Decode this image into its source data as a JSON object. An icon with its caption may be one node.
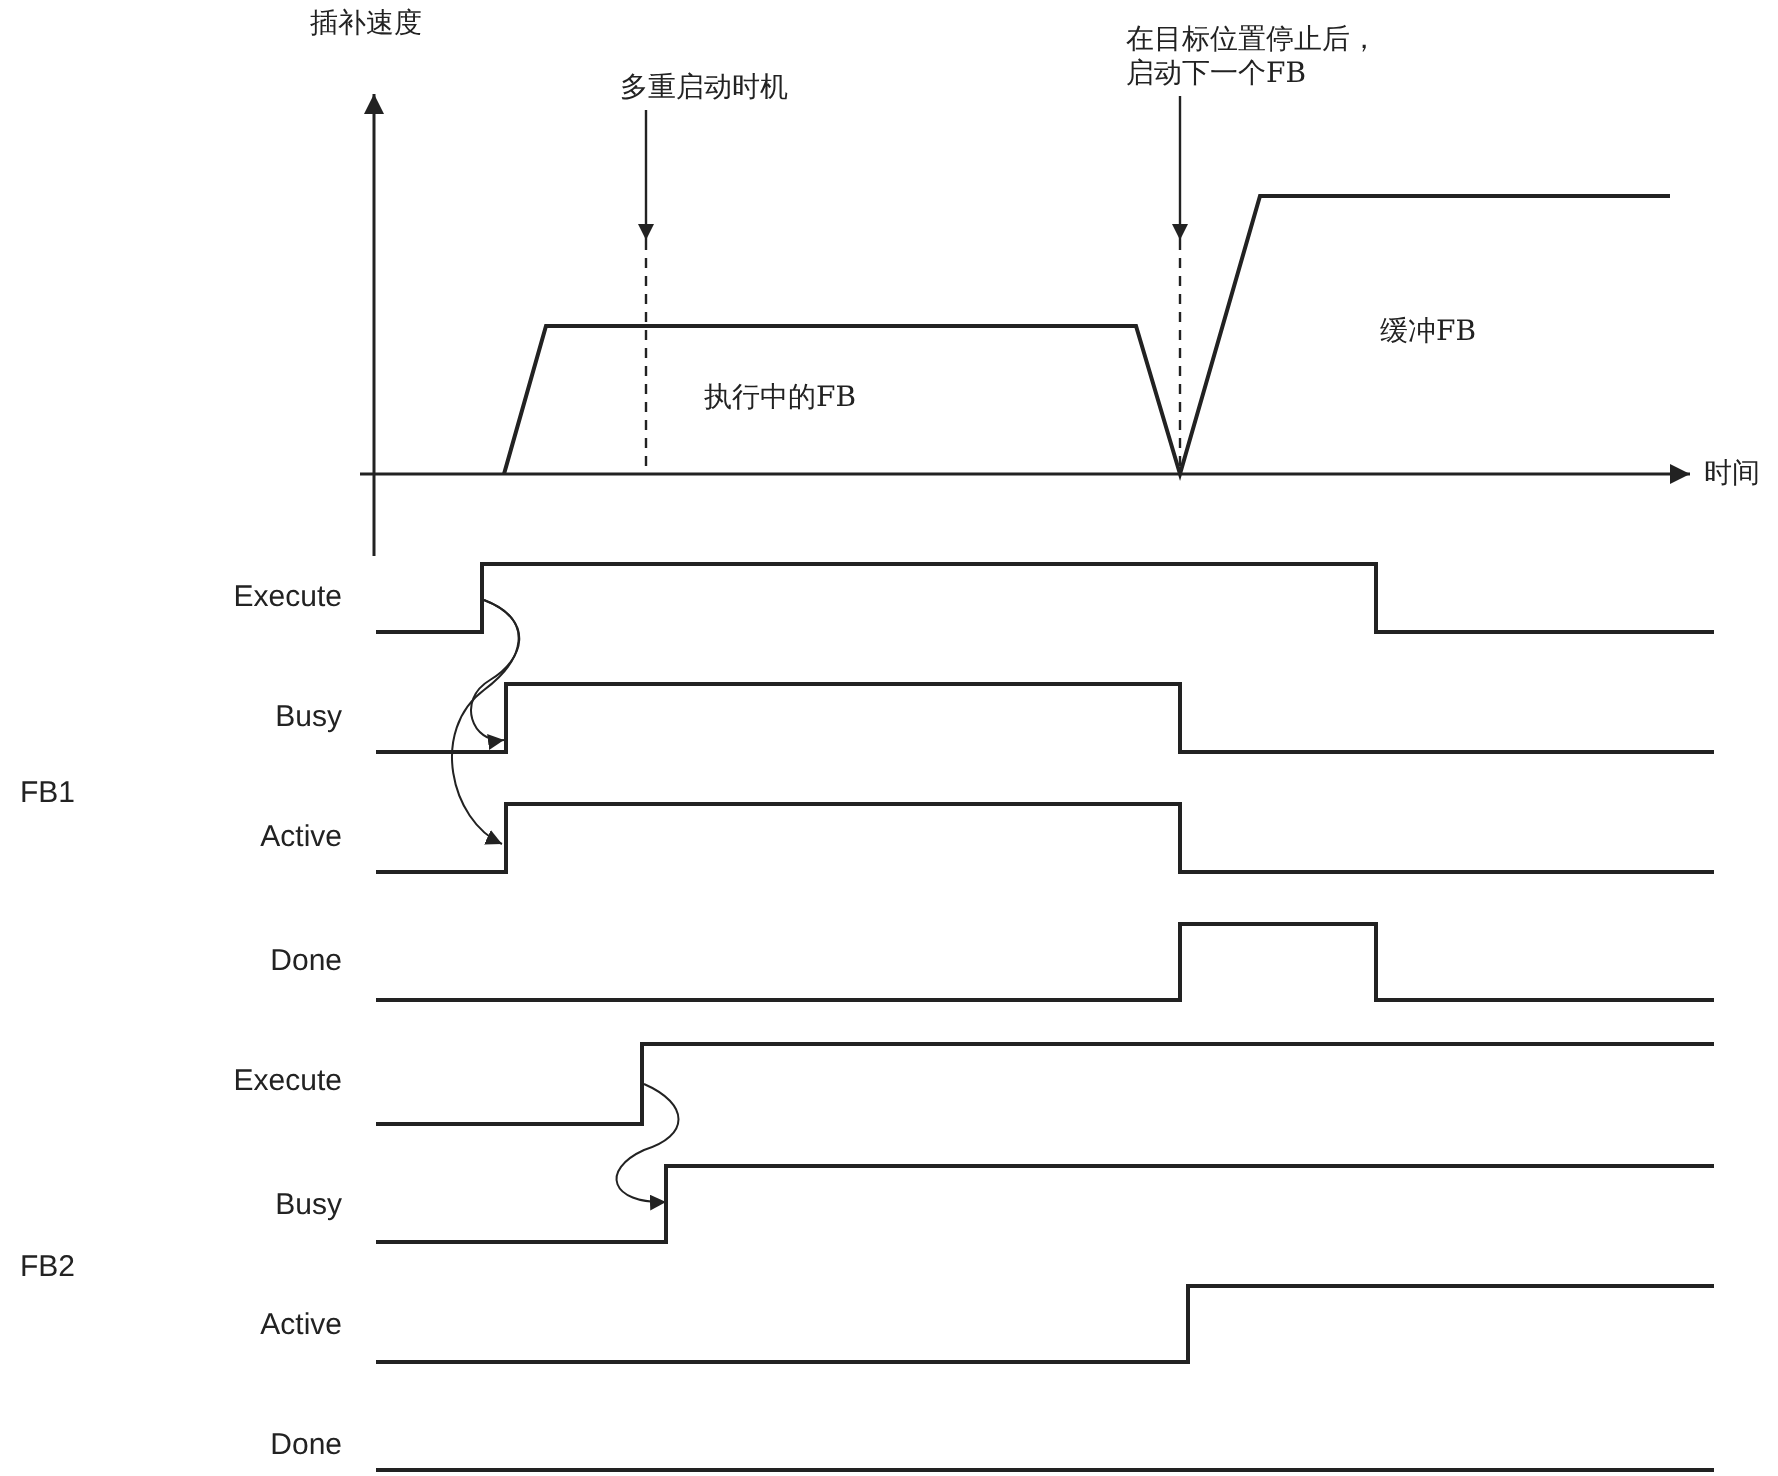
{
  "diagram": {
    "nodes": [
      {
        "text": [
          "多重启动时机"
        ]
      },
      {
        "text": [
          "在目标位置停止后，启动下一个FB"
        ]
      }
    ],
    "edges": [
      {
        "from": 0,
        "to": null,
        "arrow": "to"
      },
      {
        "from": 1,
        "to": null,
        "arrow": "to"
      }
    ],
    "labels": [
      "插补速度",
      "缓冲FB",
      "执行中的FB",
      "时间",
      "Execute",
      "Busy",
      "FB1",
      "Active",
      "Done",
      "Execute",
      "Busy",
      "FB2",
      "Active",
      "Done"
    ]
  }
}
